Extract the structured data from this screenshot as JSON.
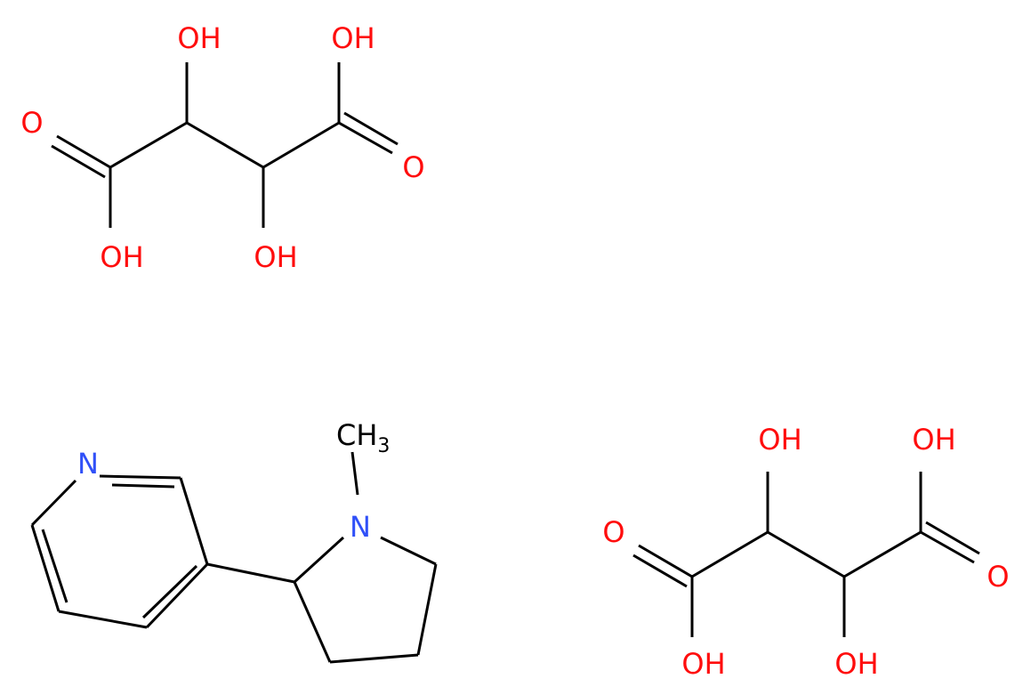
{
  "colors": {
    "oxygen": "#ff0d0d",
    "nitrogen": "#3050f8",
    "carbon": "#000000",
    "background": "#ffffff"
  },
  "labels": {
    "hydroxyl": "OH",
    "carbonyl_oxygen": "O",
    "nitrogen": "N",
    "methyl_c": "CH",
    "methyl_sub": "3"
  },
  "molecules": [
    {
      "name": "tartaric-acid",
      "formula_atoms": [
        "C",
        "C",
        "C",
        "C",
        "O",
        "O",
        "O",
        "O",
        "O",
        "O"
      ]
    },
    {
      "name": "nicotine",
      "formula_atoms": [
        "C",
        "C",
        "C",
        "C",
        "C",
        "N",
        "C",
        "C",
        "C",
        "C",
        "N",
        "C"
      ]
    },
    {
      "name": "tartaric-acid",
      "formula_atoms": [
        "C",
        "C",
        "C",
        "C",
        "O",
        "O",
        "O",
        "O",
        "O",
        "O"
      ]
    }
  ]
}
